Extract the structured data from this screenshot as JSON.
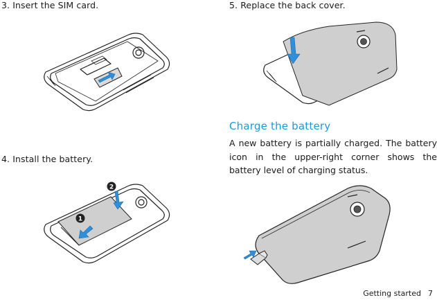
{
  "steps": {
    "insert_sim": "3.  Insert the SIM card.",
    "install_battery": "4.  Install the battery.",
    "replace_cover": "5.  Replace the back cover."
  },
  "section": {
    "title": "Charge the battery",
    "body": "A new battery is partially charged. The battery icon in the upper-right corner shows the battery level of charging status."
  },
  "footer": {
    "section_name": "Getting started",
    "page_number": "7"
  },
  "callouts": {
    "first": "1",
    "second": "2"
  },
  "colors": {
    "accent": "#1a9ad6",
    "arrow": "#2f8fd8"
  },
  "icons": [
    "arrow-icon",
    "phone-illustration",
    "usb-plug-icon"
  ]
}
